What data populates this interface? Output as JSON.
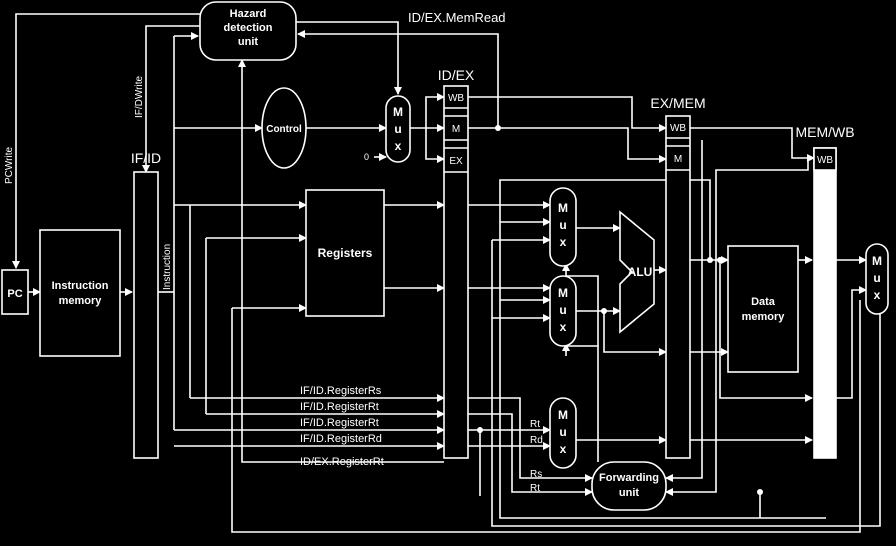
{
  "units": {
    "hazard": [
      "Hazard",
      "detection",
      "unit"
    ],
    "control": "Control",
    "registers": "Registers",
    "alu": "ALU",
    "data_memory": [
      "Data",
      "memory"
    ],
    "instruction_memory": [
      "Instruction",
      "memory"
    ],
    "pc": "PC",
    "forwarding": [
      "Forwarding",
      "unit"
    ],
    "mux_letters": [
      "M",
      "u",
      "x"
    ]
  },
  "pipeline_registers": {
    "if_id": "IF/ID",
    "id_ex": "ID/EX",
    "ex_mem": "EX/MEM",
    "mem_wb": "MEM/WB"
  },
  "fields": {
    "wb": "WB",
    "m": "M",
    "ex": "EX"
  },
  "signals": {
    "pcwrite": "PCWrite",
    "ifdwrite": "IF/DWrite",
    "id_ex_memread": "ID/EX.MemRead",
    "instruction": "Instruction",
    "zero": "0",
    "rs": "IF/ID.RegisterRs",
    "rt1": "IF/ID.RegisterRt",
    "rt2": "IF/ID.RegisterRt",
    "rd": "IF/ID.RegisterRd",
    "id_ex_rt": "ID/EX.RegisterRt",
    "mux_rt": "Rt",
    "mux_rd": "Rd",
    "fwd_rs": "Rs",
    "fwd_rt": "Rt"
  }
}
